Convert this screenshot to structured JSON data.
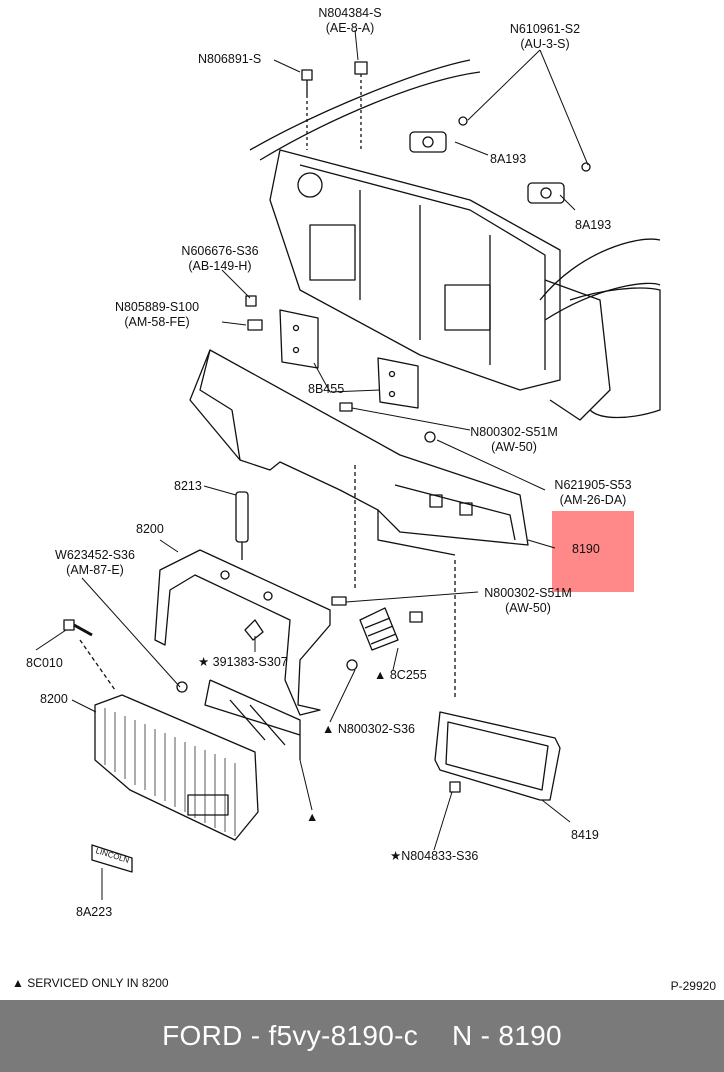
{
  "labels": {
    "n804384": "N804384-S",
    "n804384_sub": "(AE-8-A)",
    "n610961": "N610961-S2",
    "n610961_sub": "(AU-3-S)",
    "n806891": "N806891-S",
    "a8a193_top": "8A193",
    "a8a193_bot": "8A193",
    "n606676": "N606676-S36",
    "n606676_sub": "(AB-149-H)",
    "n805889": "N805889-S100",
    "n805889_sub": "(AM-58-FE)",
    "b8b455": "8B455",
    "n800302_top": "N800302-S51M",
    "n800302_top_sub": "(AW-50)",
    "n621905": "N621905-S53",
    "n621905_sub": "(AM-26-DA)",
    "p8213": "8213",
    "p8200_top": "8200",
    "w623452": "W623452-S36",
    "w623452_sub": "(AM-87-E)",
    "p8190": "8190",
    "n800302_mid": "N800302-S51M",
    "n800302_mid_sub": "(AW-50)",
    "p8c010": "8C010",
    "n391383": "★ 391383-S307",
    "p8c255": "▲ 8C255",
    "p8200_bot": "8200",
    "n800302_s36": "▲ N800302-S36",
    "tri_mark": "▲",
    "p8419": "8419",
    "n804833": "★N804833-S36",
    "p8a223": "8A223",
    "lincoln_badge": "LINCOLN"
  },
  "note": "▲ SERVICED ONLY IN 8200",
  "drawing_code": "P-29920",
  "footer": {
    "left": "FORD - f5vy-8190-c",
    "right": "N - 8190"
  },
  "colors": {
    "highlight": "#ff7f7f",
    "footer_bg": "#7a7a7a",
    "footer_text": "#ffffff"
  }
}
